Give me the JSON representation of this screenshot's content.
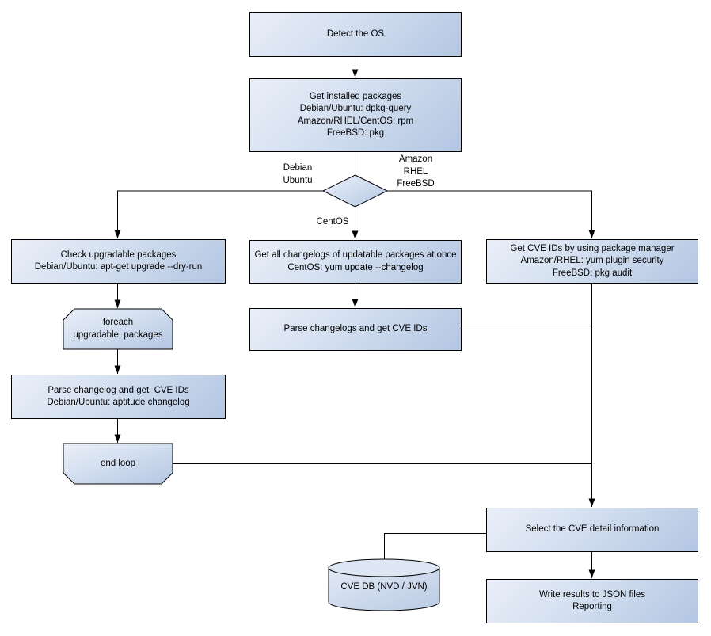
{
  "diagram": {
    "type": "flowchart",
    "colors": {
      "node_fill_light": "#eaeff8",
      "node_fill_dark": "#b3c6e2",
      "border": "#000000",
      "background": "#ffffff",
      "text": "#000000"
    },
    "nodes": {
      "detect_os": "Detect the OS",
      "get_installed_packages": "Get installed packages\nDebian/Ubuntu: dpkg-query\nAmazon/RHEL/CentOS: rpm\nFreeBSD: pkg",
      "check_upgradable_packages": "Check upgradable packages\nDebian/Ubuntu: apt-get upgrade --dry-run",
      "foreach_loop_start": "foreach\nupgradable  packages",
      "parse_changelog": "Parse changelog and get  CVE IDs\nDebian/Ubuntu: aptitude changelog",
      "end_loop": "end loop",
      "get_all_changelogs": "Get all changelogs of updatable packages at once\nCentOS: yum update --changelog",
      "parse_changelogs": "Parse changelogs and get CVE IDs",
      "get_cve_ids_pkg_manager": "Get CVE IDs by using package manager\nAmazon/RHEL: yum plugin security\nFreeBSD: pkg audit",
      "select_cve_detail": "Select the CVE detail information",
      "write_results": "Write results to JSON files\nReporting",
      "cve_db": "CVE DB (NVD / JVN)"
    },
    "edge_labels": {
      "branch_left": "Debian\nUbuntu",
      "branch_right": "Amazon\nRHEL\nFreeBSD",
      "branch_down": "CentOS"
    }
  }
}
